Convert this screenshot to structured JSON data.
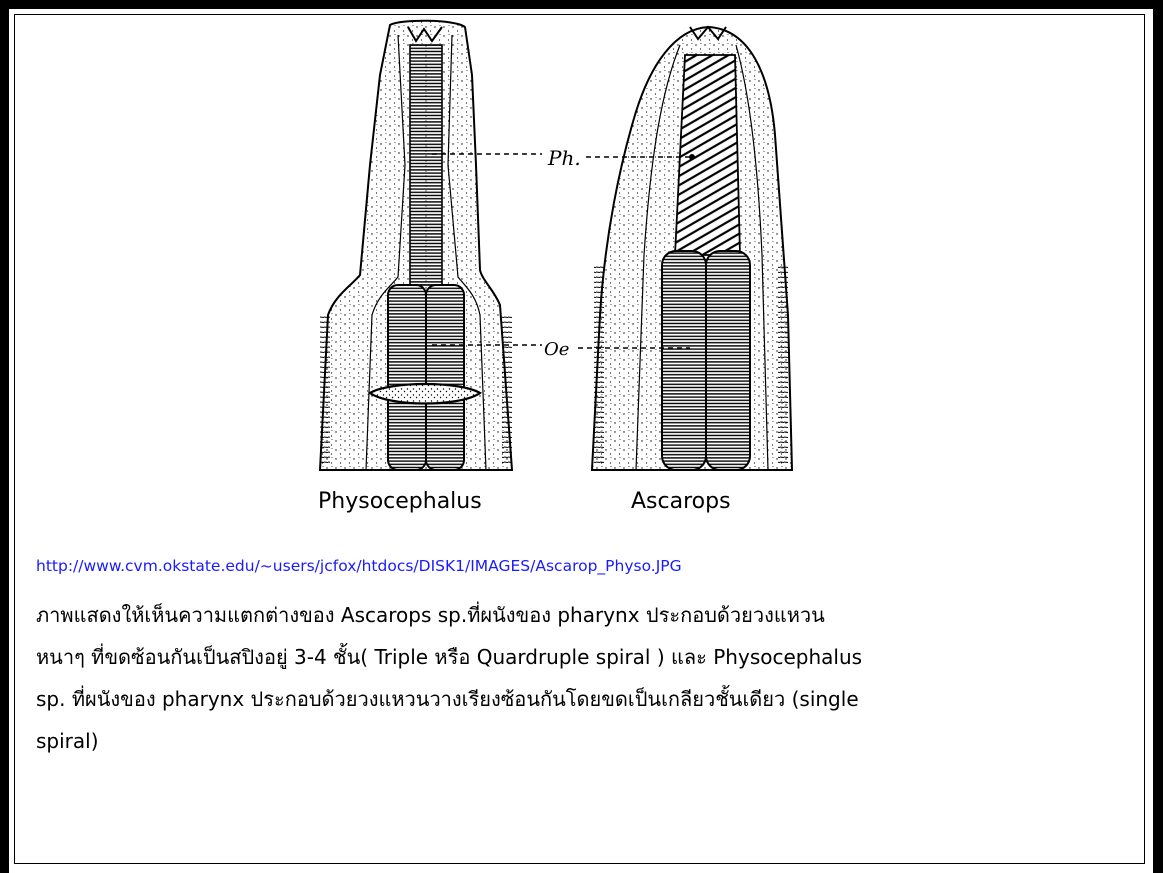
{
  "figure": {
    "labels": {
      "pharynx_label": "Ph.",
      "oesophagus_label": "Oe"
    }
  },
  "captions": {
    "left": "Physocephalus",
    "right": "Ascarops"
  },
  "source_link": "http://www.cvm.okstate.edu/~users/jcfox/htdocs/DISK1/IMAGES/Ascarop_Physo.JPG",
  "description": {
    "lines": [
      "ภาพแสดงให้เห็นความแตกต่างของ Ascarops sp.ที่ผนังของ pharynx ประกอบด้วยวงแหวน",
      "หนาๆ ที่ขดซ้อนกันเป็นสปิงอยู่ 3-4 ชั้น( Triple หรือ Quardruple spiral )  และ Physocephalus",
      "sp. ที่ผนังของ pharynx ประกอบด้วยวงแหวนวางเรียงซ้อนกันโดยขดเป็นเกลียวชั้นเดียว (single",
      "spiral)"
    ]
  },
  "colors": {
    "ink": "#000000",
    "link": "#1a1aff",
    "paper": "#ffffff"
  }
}
